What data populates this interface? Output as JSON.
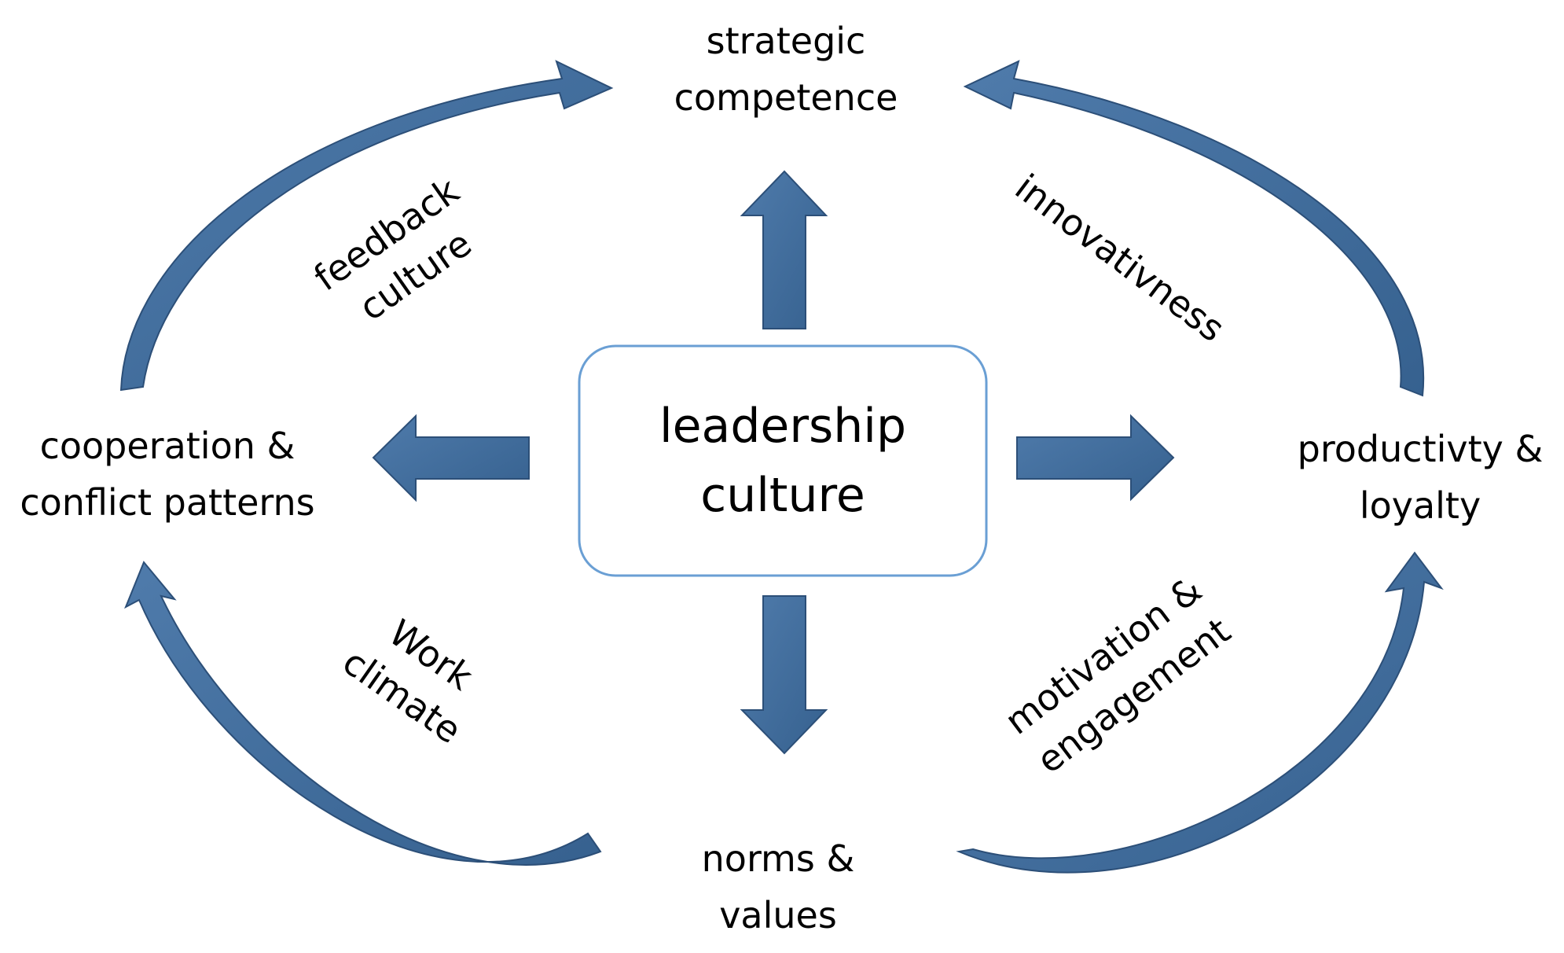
{
  "center": {
    "line1": "leadership",
    "line2": "culture"
  },
  "nodes": {
    "top": {
      "line1": "strategic",
      "line2": "competence"
    },
    "left": {
      "line1": "cooperation &",
      "line2": "conflict patterns"
    },
    "right": {
      "line1": "productivty &",
      "line2": "loyalty"
    },
    "bottom": {
      "line1": "norms &",
      "line2": "values"
    }
  },
  "edge_labels": {
    "top_left": {
      "line1": "feedback",
      "line2": "culture"
    },
    "top_right": {
      "line1": "innovativness"
    },
    "bottom_left": {
      "line1": "Work",
      "line2": "climate"
    },
    "bottom_right": {
      "line1": "motivation &",
      "line2": "engagement"
    }
  },
  "colors": {
    "arrow_fill": "#3f6a9a",
    "arrow_stroke": "#2c4f78",
    "box_border": "#6a9fd4",
    "text": "#000000"
  }
}
